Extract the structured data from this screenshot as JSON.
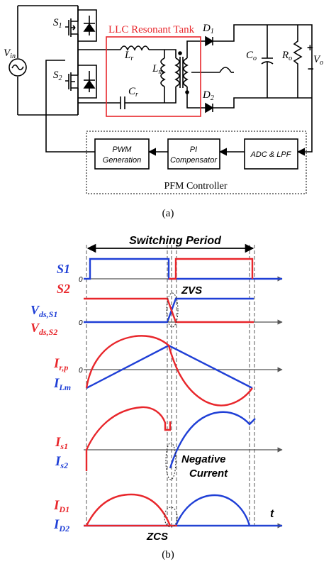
{
  "figure_a": {
    "caption": "(a)",
    "vin_label": "V",
    "vin_sub": "in",
    "s1_label": "S",
    "s1_sub": "1",
    "s2_label": "S",
    "s2_sub": "2",
    "tank_label": "LLC Resonant Tank",
    "lr_label": "L",
    "lr_sub": "r",
    "lm_label": "L",
    "lm_sub": "m",
    "cr_label": "C",
    "cr_sub": "r",
    "d1_label": "D",
    "d1_sub": "1",
    "d2_label": "D",
    "d2_sub": "2",
    "co_label": "C",
    "co_sub": "o",
    "ro_label": "R",
    "ro_sub": "o",
    "vo_label": "V",
    "vo_sub": "o",
    "plus": "+",
    "minus": "−",
    "pwm_line1": "PWM",
    "pwm_line2": "Generation",
    "pi_line1": "PI",
    "pi_line2": "Compensator",
    "adc_label": "ADC & LPF",
    "controller_label": "PFM Controller",
    "colors": {
      "tank_border": "#e8262b",
      "line": "#000000"
    }
  },
  "figure_b": {
    "caption": "(b)",
    "period_label": "Switching Period",
    "zvs_label": "ZVS",
    "neg_current_line1": "Negative",
    "neg_current_line2": "Current",
    "zcs_label": "ZCS",
    "t_label": "t",
    "zero": "0",
    "signals": {
      "s1": "S1",
      "s2": "S2",
      "vds1_main": "V",
      "vds1_sub": "ds,S1",
      "vds2_main": "V",
      "vds2_sub": "ds,S2",
      "irp_main": "I",
      "irp_sub": "r,p",
      "ilm_main": "I",
      "ilm_sub": "Lm",
      "is1_main": "I",
      "is1_sub": "s1",
      "is2_main": "I",
      "is2_sub": "s2",
      "id1_main": "I",
      "id1_sub": "D1",
      "id2_main": "I",
      "id2_sub": "D2"
    },
    "colors": {
      "red": "#e8262b",
      "blue": "#1f3fd6",
      "axis": "#555555",
      "dash": "#666666"
    }
  }
}
